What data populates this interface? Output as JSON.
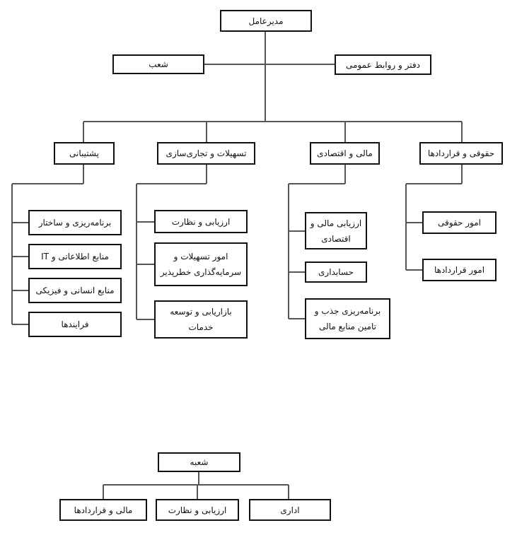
{
  "ceo": "مدیرعامل",
  "staff": {
    "branches": "شعب",
    "office": "دفتر و روابط عمومی"
  },
  "departments": [
    {
      "title": "حقوقی و قراردادها",
      "units": [
        "امور حقوقی",
        "امور قراردادها"
      ]
    },
    {
      "title": "مالی و اقتصادی",
      "units": [
        "ارزیابی مالی و اقتصادی",
        "حسابداری",
        "برنامه‌ریزی جذب و تامین منابع مالی"
      ]
    },
    {
      "title": "تسهیلات و تجاری‌سازی",
      "units": [
        "ارزیابی و نظارت",
        "امور تسهیلات و سرمایه‌گذاری خطرپذیر",
        "بازاریابی و توسعه خدمات"
      ]
    },
    {
      "title": "پشتیبانی",
      "units": [
        "برنامه‌ریزی و ساختار",
        "منابع اطلاعاتی و IT",
        "منابع انسانی و فیزیکی",
        "فرایندها"
      ]
    }
  ],
  "branch_chart": {
    "title": "شعبه",
    "units": [
      "اداری",
      "ارزیابی و نظارت",
      "مالی و قراردادها"
    ]
  }
}
